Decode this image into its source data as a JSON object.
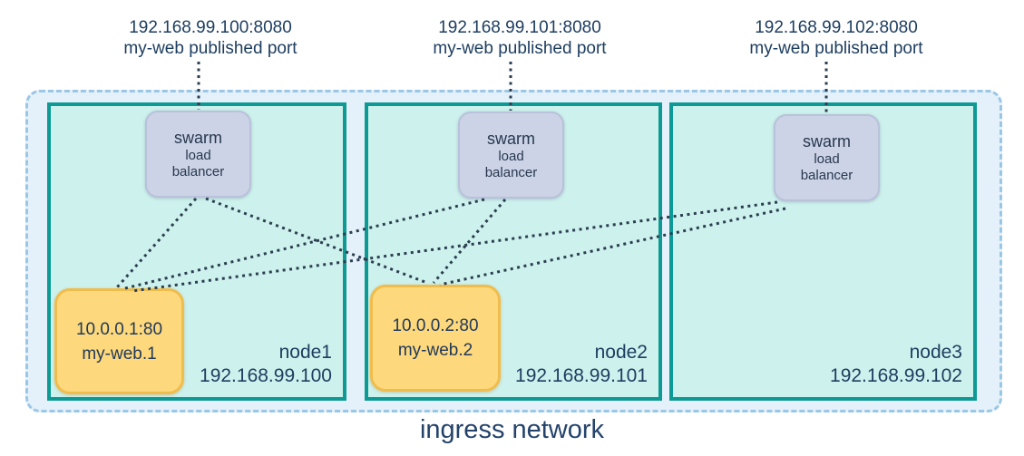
{
  "published_ports": [
    {
      "address": "192.168.99.100:8080",
      "caption": "my-web published port"
    },
    {
      "address": "192.168.99.101:8080",
      "caption": "my-web published port"
    },
    {
      "address": "192.168.99.102:8080",
      "caption": "my-web published port"
    }
  ],
  "nodes": [
    {
      "name": "node1",
      "ip": "192.168.99.100",
      "load_balancer": {
        "line1": "swarm",
        "line2": "load",
        "line3": "balancer"
      },
      "task": {
        "address": "10.0.0.1:80",
        "name": "my-web.1"
      }
    },
    {
      "name": "node2",
      "ip": "192.168.99.101",
      "load_balancer": {
        "line1": "swarm",
        "line2": "load",
        "line3": "balancer"
      },
      "task": {
        "address": "10.0.0.2:80",
        "name": "my-web.2"
      }
    },
    {
      "name": "node3",
      "ip": "192.168.99.102",
      "load_balancer": {
        "line1": "swarm",
        "line2": "load",
        "line3": "balancer"
      }
    }
  ],
  "network_label": "ingress network",
  "colors": {
    "node_border": "#0d9a94",
    "node_fill": "#cdf1ec",
    "ingress_fill": "#e4f1fa",
    "ingress_border": "#9bc7e6",
    "lb_fill": "#ccd3e6",
    "lb_border": "#b9c1db",
    "task_fill": "#fdd87c",
    "task_border": "#f0bd4d",
    "connector": "#2b3e51",
    "text": "#1e3e60"
  }
}
